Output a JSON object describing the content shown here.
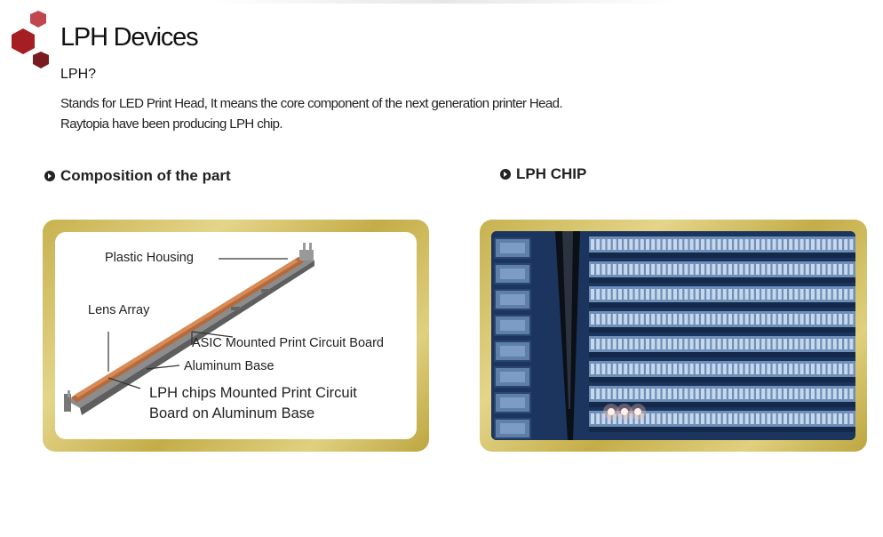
{
  "header": {
    "title": "LPH Devices",
    "subtitle": "LPH?",
    "description_lines": [
      "Stands for LED Print Head, It means the core component of the next generation printer Head.",
      "Raytopia have been producing LPH chip."
    ]
  },
  "sections": [
    {
      "heading": "Composition of the part",
      "labels": {
        "plastic_housing": "Plastic Housing",
        "lens_array": "Lens Array",
        "asic_board": "ASIC Mounted Print Circuit Board",
        "aluminum_base": "Aluminum Base",
        "chips_board_line1": "LPH chips Mounted Print Circuit",
        "chips_board_line2": "Board on Aluminum Base"
      }
    },
    {
      "heading": "LPH CHIP"
    }
  ],
  "colors": {
    "logo_red": "#a51e23",
    "logo_dark": "#7a1b1f",
    "frame_gold": "#c9b553",
    "chip_blue": "#1c3a66"
  }
}
